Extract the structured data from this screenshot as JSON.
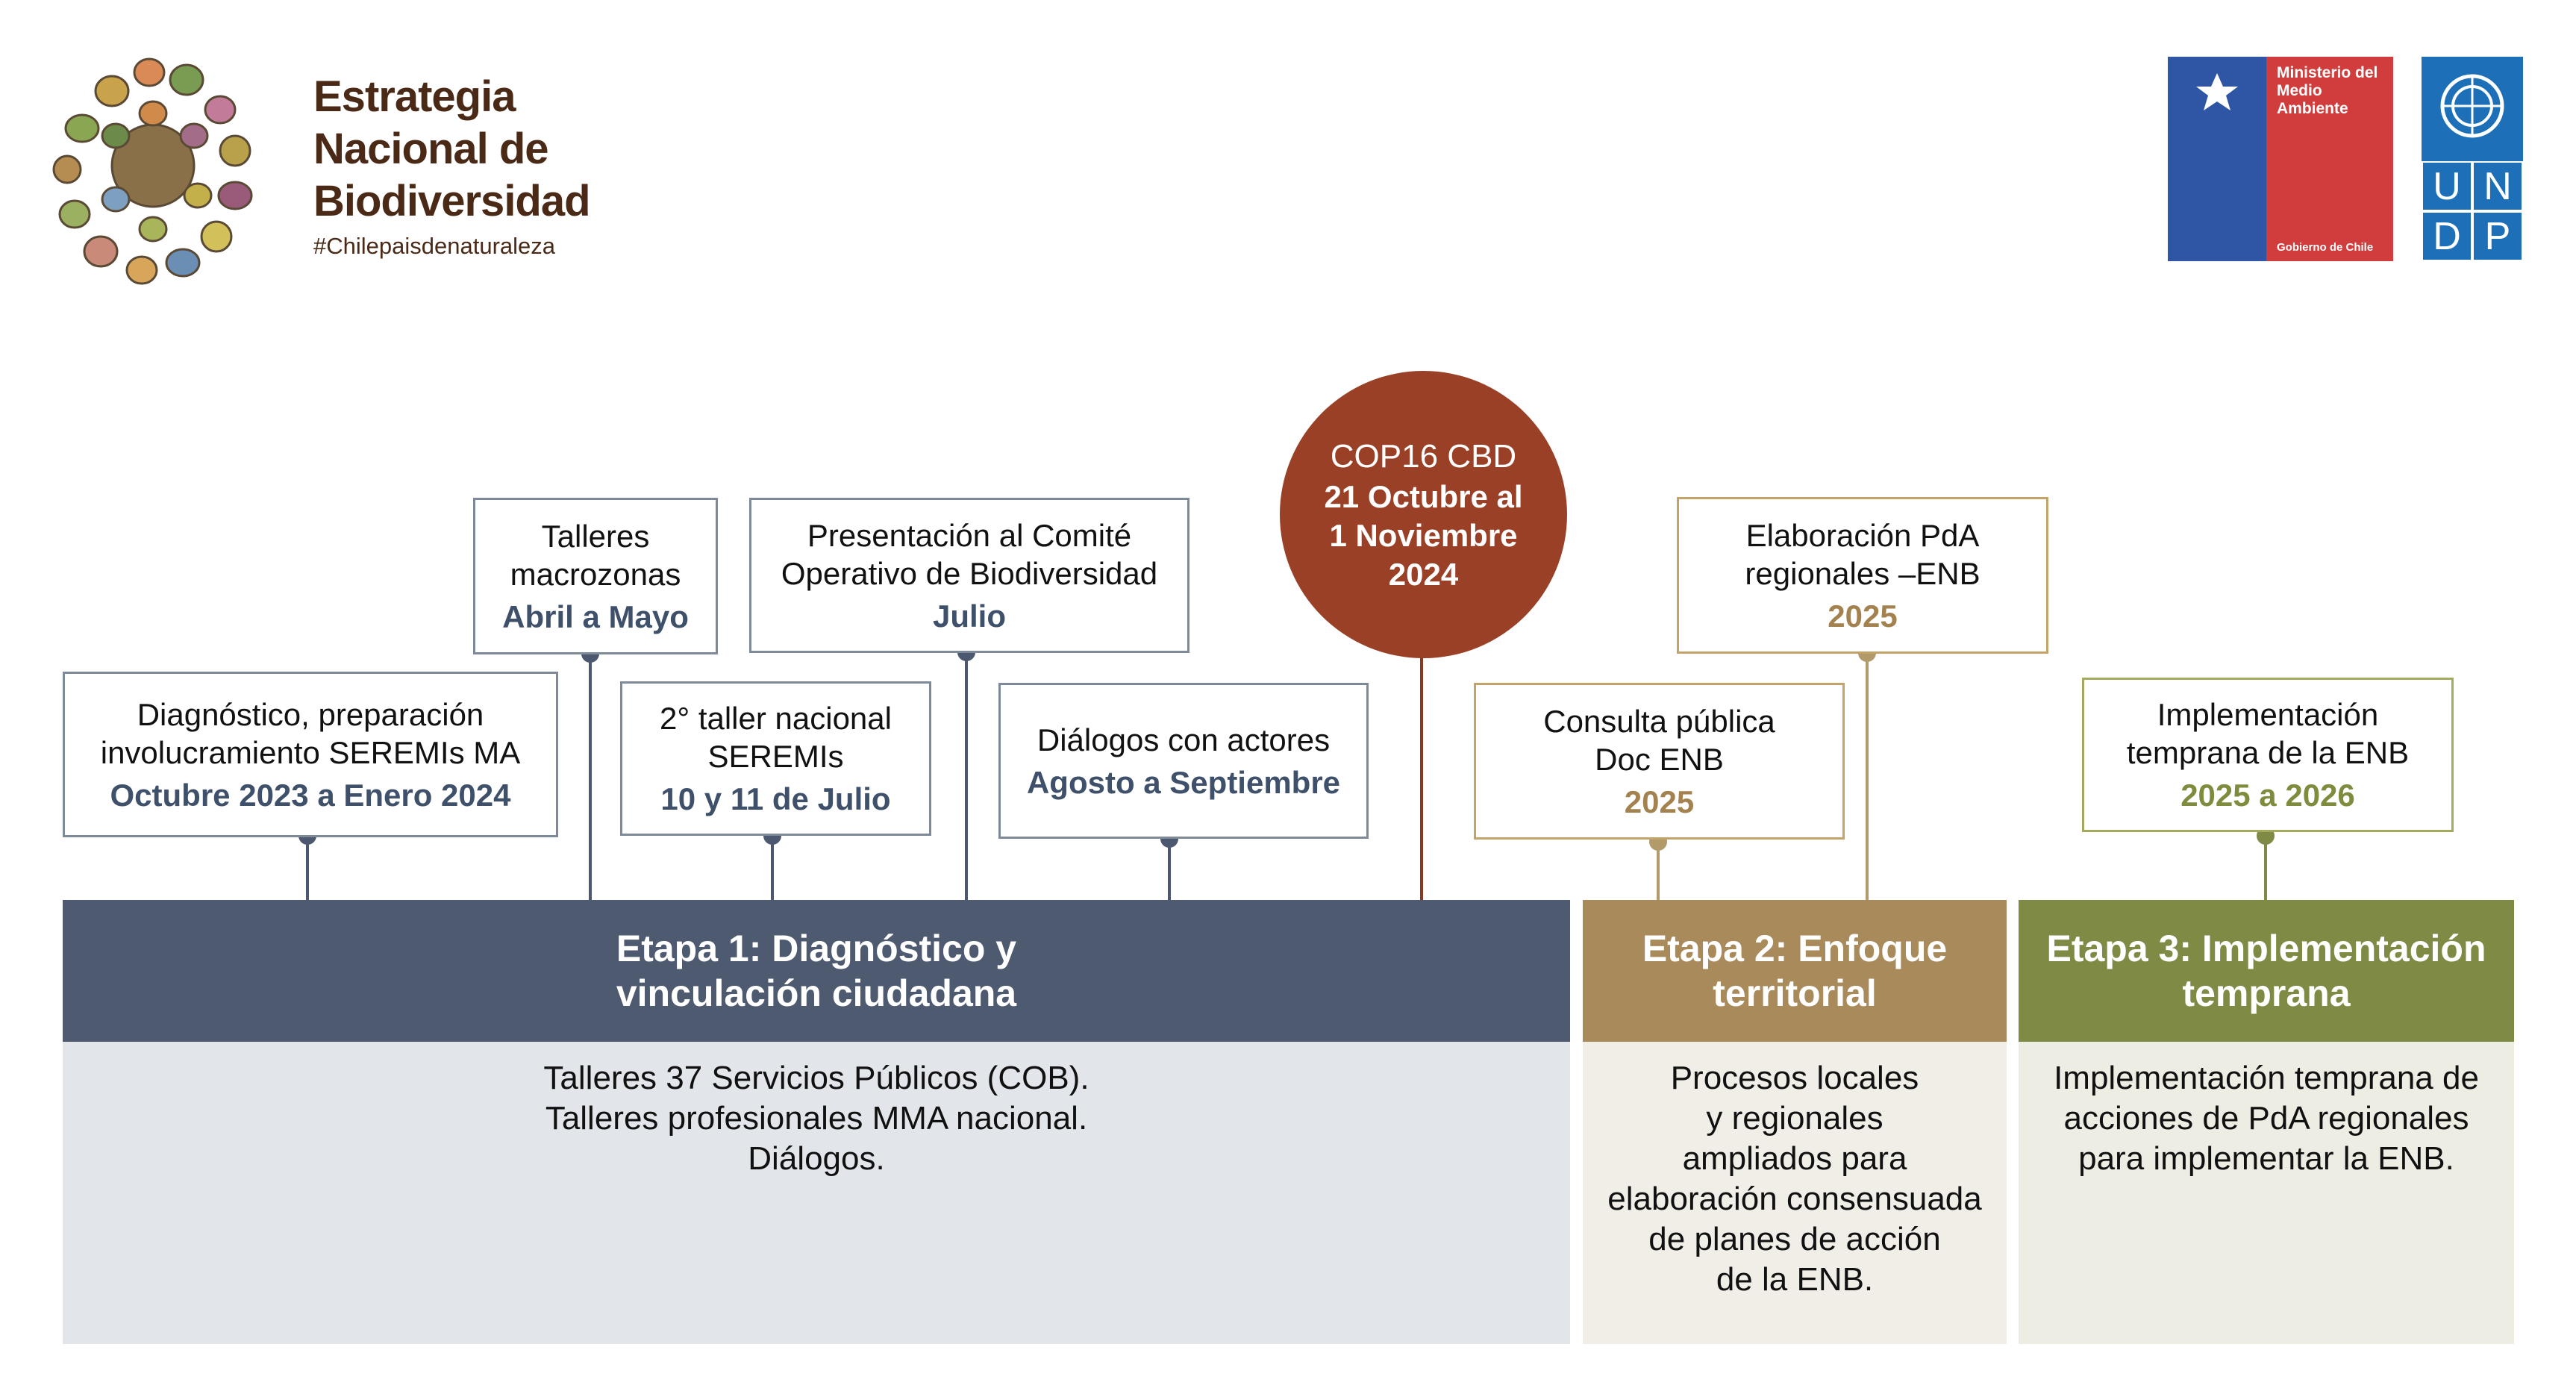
{
  "header": {
    "logo_title_lines": [
      "Estrategia",
      "Nacional de",
      "Biodiversidad"
    ],
    "logo_hashtag": "#Chilepaisdenaturaleza",
    "ministry_text_lines": [
      "Ministerio del",
      "Medio",
      "Ambiente"
    ],
    "ministry_footer": "Gobierno de Chile",
    "undp_letters": [
      "U",
      "N",
      "D",
      "P"
    ]
  },
  "events": {
    "diagnostico": {
      "title_lines": [
        "Diagnóstico, preparación",
        "involucramiento SEREMIs MA"
      ],
      "date": "Octubre 2023 a Enero 2024"
    },
    "talleres": {
      "title_lines": [
        "Talleres",
        "macrozonas"
      ],
      "date": "Abril a Mayo"
    },
    "segundo_taller": {
      "title_lines": [
        "2° taller nacional",
        "SEREMIs"
      ],
      "date": "10 y 11 de Julio"
    },
    "presentacion": {
      "title_lines": [
        "Presentación al Comité",
        "Operativo de Biodiversidad"
      ],
      "date": "Julio"
    },
    "dialogos": {
      "title_lines": [
        "Diálogos con actores"
      ],
      "date": "Agosto a Septiembre"
    },
    "cop16": {
      "title": "COP16 CBD",
      "date_lines": [
        "21 Octubre al",
        "1 Noviembre",
        "2024"
      ]
    },
    "consulta": {
      "title_lines": [
        "Consulta pública",
        "Doc ENB"
      ],
      "date": "2025"
    },
    "elaboracion": {
      "title_lines": [
        "Elaboración PdA",
        "regionales –ENB"
      ],
      "date": "2025"
    },
    "implementacion": {
      "title_lines": [
        "Implementación",
        "temprana de la ENB"
      ],
      "date": "2025 a 2026"
    }
  },
  "stages": [
    {
      "title_lines": [
        "Etapa 1: Diagnóstico y",
        "vinculación ciudadana"
      ],
      "body_lines": [
        "Talleres 37 Servicios Públicos (COB).",
        "Talleres profesionales MMA nacional.",
        "Diálogos."
      ],
      "head_color": "#4e5a70",
      "body_color": "#e2e5ea"
    },
    {
      "title_lines": [
        "Etapa 2: Enfoque",
        "territorial"
      ],
      "body_lines": [
        "Procesos locales",
        "y regionales",
        "ampliados para",
        "elaboración consensuada",
        "de planes de acción",
        "de la ENB."
      ],
      "head_color": "#a88a5b",
      "body_color": "#f1eee8"
    },
    {
      "title_lines": [
        "Etapa 3: Implementación",
        "temprana"
      ],
      "body_lines": [
        "Implementación temprana de",
        "acciones de PdA regionales",
        "para implementar la ENB."
      ],
      "head_color": "#7f8a45",
      "body_color": "#eeede4"
    }
  ],
  "colors": {
    "connector": "#4b5870",
    "cop_circle": "#9a4027",
    "date_blue": "#3f516a",
    "date_tan": "#a3824f",
    "date_olive": "#7f8b3d"
  }
}
